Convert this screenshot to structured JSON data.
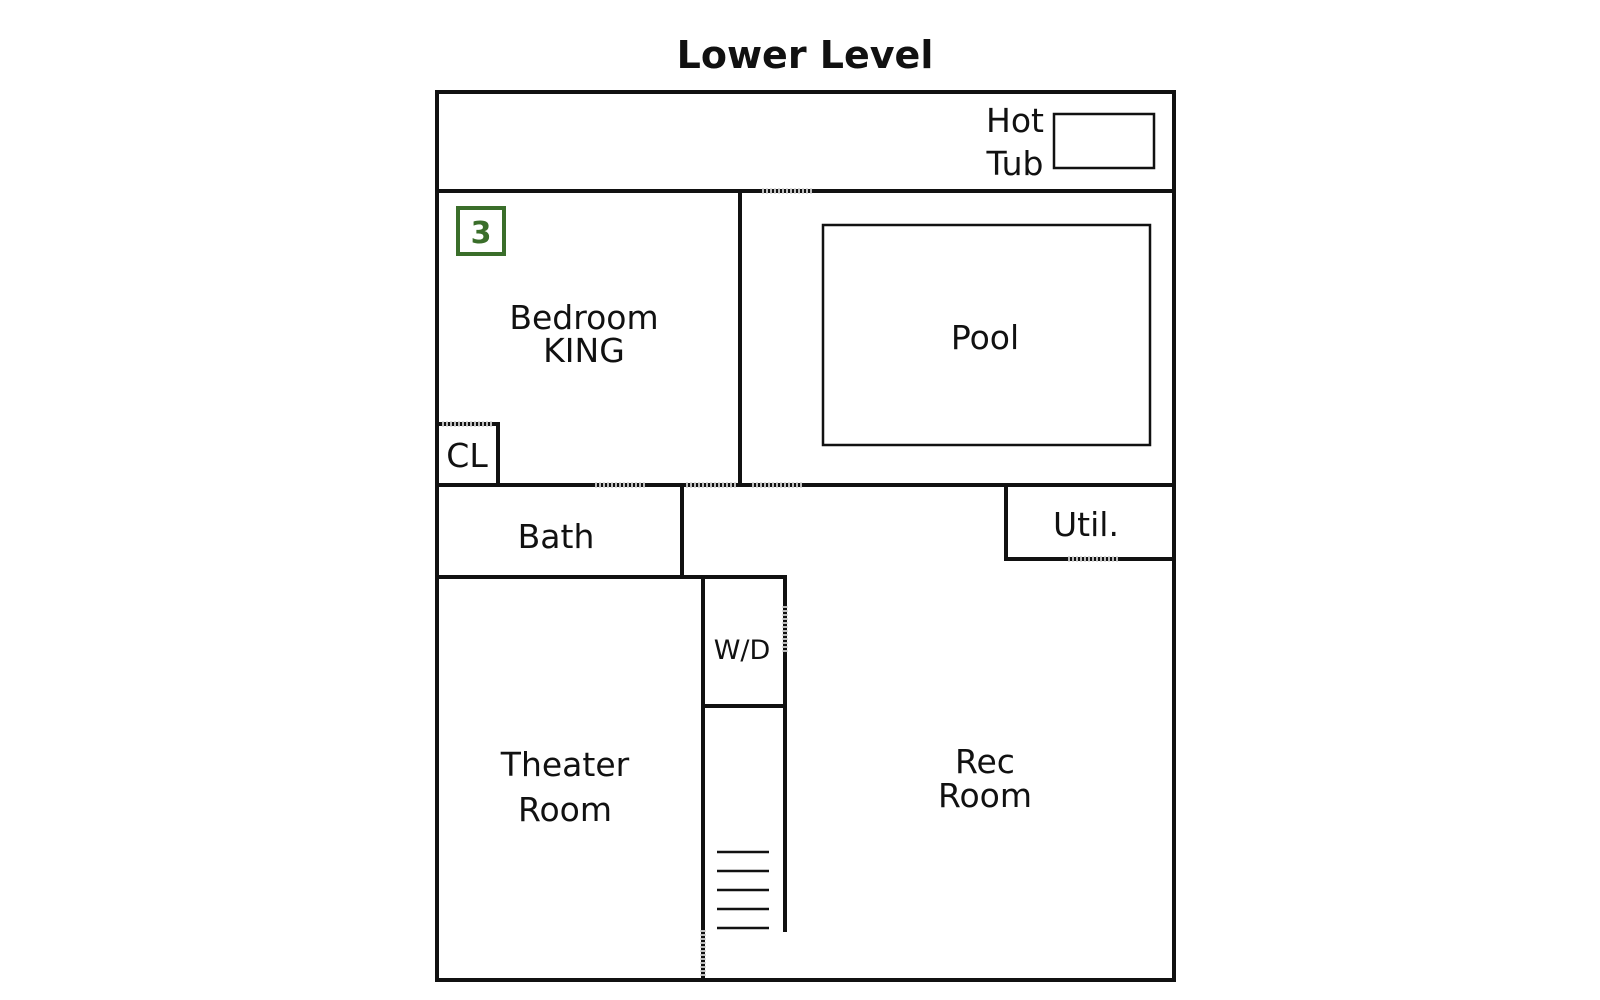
{
  "title": "Lower Level",
  "rooms": {
    "hot_tub": [
      "Hot",
      "Tub"
    ],
    "bedroom": [
      "Bedroom",
      "KING"
    ],
    "pool": "Pool",
    "closet": "CL",
    "bath": "Bath",
    "utility": "Util.",
    "laundry": "W/D",
    "theater": [
      "Theater",
      "Room"
    ],
    "rec": [
      "Rec",
      "Room"
    ]
  },
  "bedroom_badge": {
    "number": "3",
    "color": "#3a6e2a"
  },
  "colors": {
    "wall": "#111111",
    "door_opening": "#bdbdbd"
  }
}
